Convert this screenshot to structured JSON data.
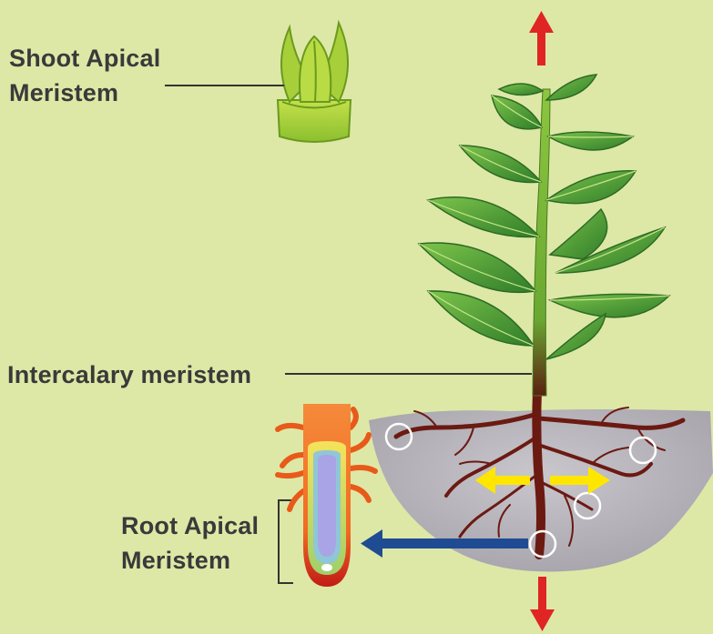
{
  "labels": {
    "shoot_line1": "Shoot Apical",
    "shoot_line2": "Meristem",
    "intercalary": "Intercalary meristem",
    "root_line1": "Root Apical",
    "root_line2": "Meristem"
  },
  "colors": {
    "background": "#dde8a6",
    "growth_arrow": "#e02525",
    "lateral_arrow": "#ffe600",
    "pointer_arrow": "#1f4b93",
    "leaf": "#4fa83a",
    "root": "#6b1a12",
    "soil": "#b9b5bb"
  },
  "icons": {
    "top_arrow": "arrow-up-icon",
    "bottom_arrow": "arrow-down-icon",
    "side_arrows": "double-arrow-horizontal-icon",
    "pointer": "arrow-left-icon"
  }
}
